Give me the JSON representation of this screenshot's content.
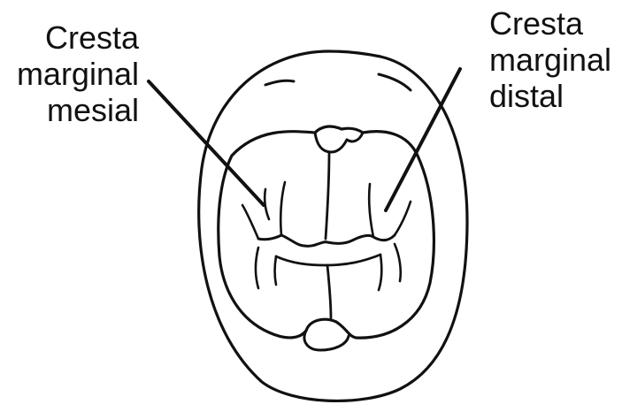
{
  "labels": {
    "mesial": [
      "Cresta",
      "marginal",
      "mesial"
    ],
    "distal": [
      "Cresta",
      "marginal",
      "distal"
    ]
  },
  "colors": {
    "ink": "#111111",
    "background": "#ffffff"
  }
}
